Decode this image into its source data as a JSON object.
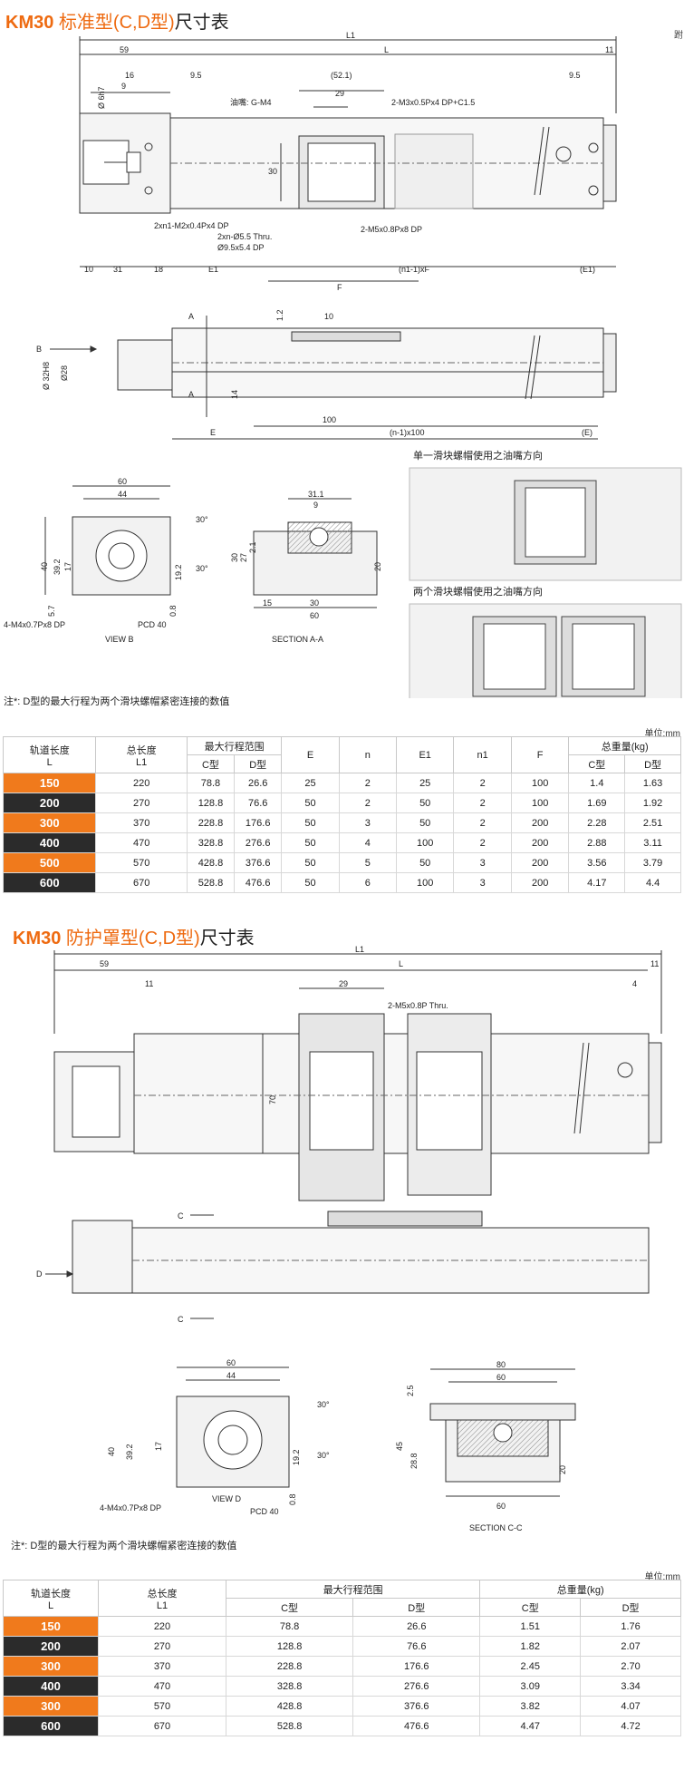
{
  "section1": {
    "title_model": "KM30",
    "title_type": "标准型(C,D型)",
    "title_suffix": "尺寸表",
    "corner_text": "跗",
    "labels": {
      "oil_nipple": "油嘴: G-M4",
      "m3_holes": "2-M3x0.5Px4 DP+C1.5",
      "m2_holes": "2xn1-M2x0.4Px4 DP",
      "thru_holes": "2xn-Ø5.5 Thru.",
      "cbore": "Ø9.5x5.4 DP",
      "m5_holes": "2-M5x0.8Px8 DP",
      "view_b": "VIEW B",
      "section_aa": "SECTION A-A",
      "m4_holes": "4-M4x0.7Px8 DP",
      "pcd": "PCD 40",
      "single_block": "单一滑块螺帽使用之油嘴方向",
      "double_block": "两个滑块螺帽使用之油嘴方向"
    },
    "dims_top": {
      "L1": "L1",
      "L": "L",
      "d59": "59",
      "d11": "11",
      "d16": "16",
      "d9": "9",
      "d95a": "9.5",
      "d95b": "9.5",
      "d521": "(52.1)",
      "d29": "29",
      "d30": "30",
      "dh7": "Ø 6h7"
    },
    "dims_side": {
      "d10": "10",
      "d31": "31",
      "d18": "18",
      "E1": "E1",
      "n1F": "(n1-1)xF",
      "E1p": "(E1)",
      "F": "F",
      "d12": "1.2",
      "d10b": "10",
      "d14": "14",
      "d100": "100",
      "E": "E",
      "n100": "(n-1)x100",
      "Ep": "(E)",
      "d32": "Ø 32H8",
      "d28": "Ø28",
      "A": "A",
      "B": "B"
    },
    "dims_view": {
      "d60": "60",
      "d44": "44",
      "d40": "40",
      "d392": "39.2",
      "d17": "17",
      "d57": "5.7",
      "d30deg": "30°",
      "d192": "19.2",
      "d08": "0.8",
      "d311": "31.1",
      "d9": "9",
      "d30": "30",
      "d27": "27",
      "d21": "2.1",
      "d15": "15",
      "d30b": "30",
      "d60b": "60",
      "d20": "20"
    },
    "note": "注*: D型的最大行程为两个滑块螺帽紧密连接的数值",
    "unit": "单位:mm",
    "table": {
      "headers": {
        "rail_length": "轨道长度",
        "rail_length_sub": "L",
        "total_length": "总长度",
        "total_length_sub": "L1",
        "max_stroke": "最大行程范围",
        "c_type": "C型",
        "d_type": "D型",
        "E": "E",
        "n": "n",
        "E1": "E1",
        "n1": "n1",
        "F": "F",
        "weight": "总重量(kg)",
        "wc": "C型",
        "wd": "D型"
      },
      "rows": [
        {
          "L": "150",
          "L1": "220",
          "sc": "78.8",
          "sd": "26.6",
          "E": "25",
          "n": "2",
          "E1": "25",
          "n1": "2",
          "F": "100",
          "wc": "1.4",
          "wd": "1.63"
        },
        {
          "L": "200",
          "L1": "270",
          "sc": "128.8",
          "sd": "76.6",
          "E": "50",
          "n": "2",
          "E1": "50",
          "n1": "2",
          "F": "100",
          "wc": "1.69",
          "wd": "1.92"
        },
        {
          "L": "300",
          "L1": "370",
          "sc": "228.8",
          "sd": "176.6",
          "E": "50",
          "n": "3",
          "E1": "50",
          "n1": "2",
          "F": "200",
          "wc": "2.28",
          "wd": "2.51"
        },
        {
          "L": "400",
          "L1": "470",
          "sc": "328.8",
          "sd": "276.6",
          "E": "50",
          "n": "4",
          "E1": "100",
          "n1": "2",
          "F": "200",
          "wc": "2.88",
          "wd": "3.11"
        },
        {
          "L": "500",
          "L1": "570",
          "sc": "428.8",
          "sd": "376.6",
          "E": "50",
          "n": "5",
          "E1": "50",
          "n1": "3",
          "F": "200",
          "wc": "3.56",
          "wd": "3.79"
        },
        {
          "L": "600",
          "L1": "670",
          "sc": "528.8",
          "sd": "476.6",
          "E": "50",
          "n": "6",
          "E1": "100",
          "n1": "3",
          "F": "200",
          "wc": "4.17",
          "wd": "4.4"
        }
      ]
    }
  },
  "section2": {
    "title_model": "KM30",
    "title_type": "防护罩型(C,D型)",
    "title_suffix": "尺寸表",
    "labels": {
      "m5_thru": "2-M5x0.8P Thru.",
      "view_d": "VIEW D",
      "section_cc": "SECTION C-C",
      "m4_holes": "4-M4x0.7Px8 DP",
      "pcd": "PCD 40"
    },
    "dims": {
      "L1": "L1",
      "L": "L",
      "d59": "59",
      "d11a": "11",
      "d11b": "11",
      "d29": "29",
      "d4": "4",
      "d70": "70",
      "C": "C",
      "D": "D",
      "d60": "60",
      "d44": "44",
      "d40": "40",
      "d392": "39.2",
      "d17": "17",
      "d30deg": "30°",
      "d192": "19.2",
      "d08": "0.8",
      "d80": "80",
      "d60b": "60",
      "d25": "2.5",
      "d45": "45",
      "d288": "28.8",
      "d20": "20",
      "d60c": "60"
    },
    "note": "注*: D型的最大行程为两个滑块螺帽紧密连接的数值",
    "unit": "单位:mm",
    "table": {
      "headers": {
        "rail_length": "轨道长度",
        "rail_length_sub": "L",
        "total_length": "总长度",
        "total_length_sub": "L1",
        "max_stroke": "最大行程范围",
        "c_type": "C型",
        "d_type": "D型",
        "weight": "总重量(kg)",
        "wc": "C型",
        "wd": "D型"
      },
      "rows": [
        {
          "L": "150",
          "L1": "220",
          "sc": "78.8",
          "sd": "26.6",
          "wc": "1.51",
          "wd": "1.76"
        },
        {
          "L": "200",
          "L1": "270",
          "sc": "128.8",
          "sd": "76.6",
          "wc": "1.82",
          "wd": "2.07"
        },
        {
          "L": "300",
          "L1": "370",
          "sc": "228.8",
          "sd": "176.6",
          "wc": "2.45",
          "wd": "2.70"
        },
        {
          "L": "400",
          "L1": "470",
          "sc": "328.8",
          "sd": "276.6",
          "wc": "3.09",
          "wd": "3.34"
        },
        {
          "L": "300",
          "L1": "570",
          "sc": "428.8",
          "sd": "376.6",
          "wc": "3.82",
          "wd": "4.07"
        },
        {
          "L": "600",
          "L1": "670",
          "sc": "528.8",
          "sd": "476.6",
          "wc": "4.47",
          "wd": "4.72"
        }
      ]
    }
  }
}
